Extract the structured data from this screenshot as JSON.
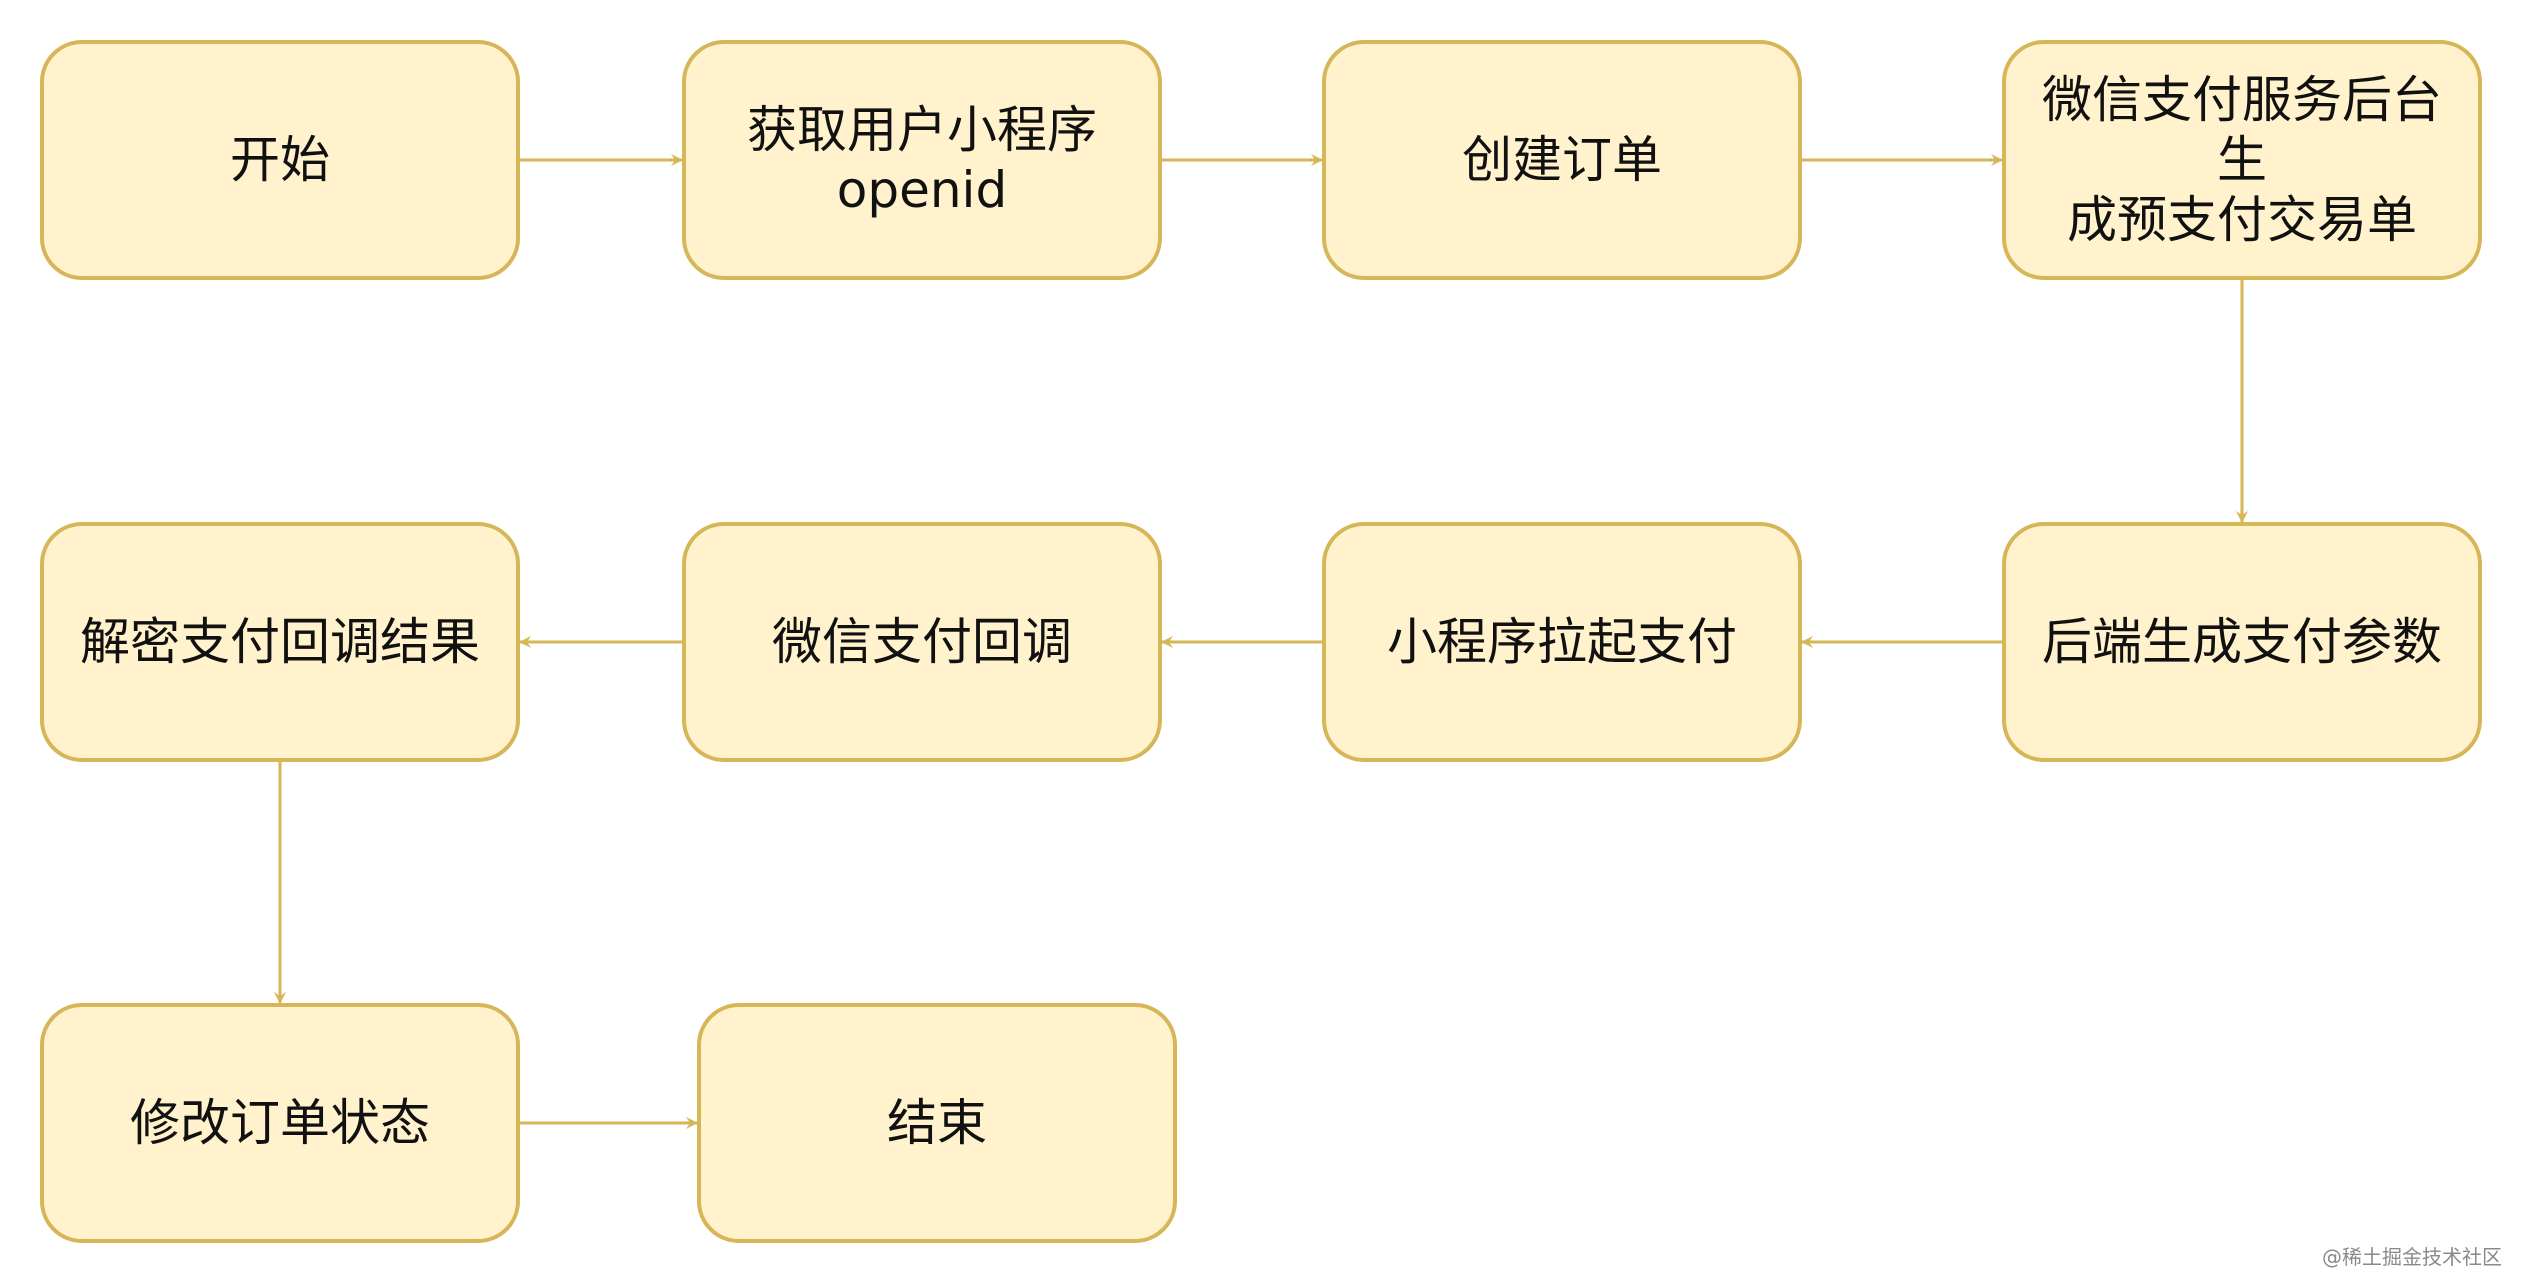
{
  "diagram": {
    "nodes": [
      {
        "id": "start",
        "label": "开始"
      },
      {
        "id": "get_openid",
        "label": "获取用户小程序\nopenid"
      },
      {
        "id": "create_order",
        "label": "创建订单"
      },
      {
        "id": "prepay",
        "label": "微信支付服务后台生\n成预支付交易单"
      },
      {
        "id": "gen_params",
        "label": "后端生成支付参数"
      },
      {
        "id": "invoke_pay",
        "label": "小程序拉起支付"
      },
      {
        "id": "callback",
        "label": "微信支付回调"
      },
      {
        "id": "decrypt",
        "label": "解密支付回调结果"
      },
      {
        "id": "update_status",
        "label": "修改订单状态"
      },
      {
        "id": "end",
        "label": "结束"
      }
    ],
    "edges": [
      {
        "from": "start",
        "to": "get_openid"
      },
      {
        "from": "get_openid",
        "to": "create_order"
      },
      {
        "from": "create_order",
        "to": "prepay"
      },
      {
        "from": "prepay",
        "to": "gen_params"
      },
      {
        "from": "gen_params",
        "to": "invoke_pay"
      },
      {
        "from": "invoke_pay",
        "to": "callback"
      },
      {
        "from": "callback",
        "to": "decrypt"
      },
      {
        "from": "decrypt",
        "to": "update_status"
      },
      {
        "from": "update_status",
        "to": "end"
      }
    ],
    "colors": {
      "node_fill": "#fff2cc",
      "node_border": "#d6b656",
      "edge": "#d6b656"
    }
  },
  "watermark": "@稀土掘金技术社区"
}
